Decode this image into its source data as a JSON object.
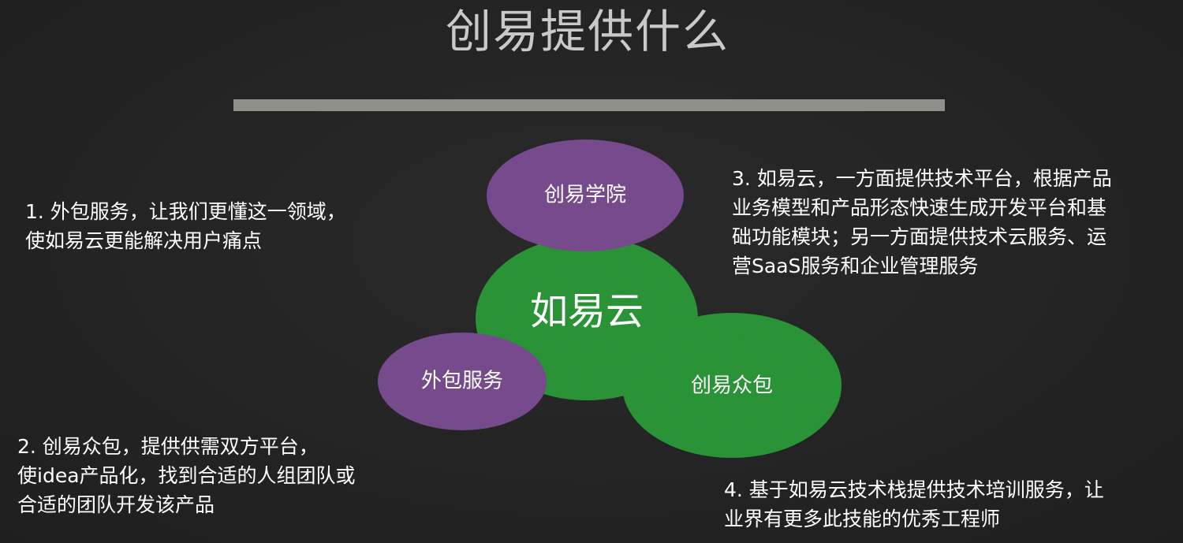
{
  "title": "创易提供什么",
  "colors": {
    "background": "#232323",
    "divider": "#8e9089",
    "green": "#2f9a3a",
    "purple": "#7b4f93"
  },
  "nodes": {
    "center": "如易云",
    "academy": "创易学院",
    "outsourcing": "外包服务",
    "crowdsourcing": "创易众包"
  },
  "notes": {
    "note1": "1. 外包服务，让我们更懂这一领域，\n使如易云更能解决用户痛点",
    "note2": "2. 创易众包，提供供需双方平台，\n使idea产品化，找到合适的人组团队或\n合适的团队开发该产品",
    "note3": "3. 如易云，一方面提供技术平台，根据产品\n业务模型和产品形态快速生成开发平台和基\n础功能模块；另一方面提供技术云服务、运\n营SaaS服务和企业管理服务",
    "note4": "4. 基于如易云技术栈提供技术培训服务，让\n业界有更多此技能的优秀工程师"
  }
}
